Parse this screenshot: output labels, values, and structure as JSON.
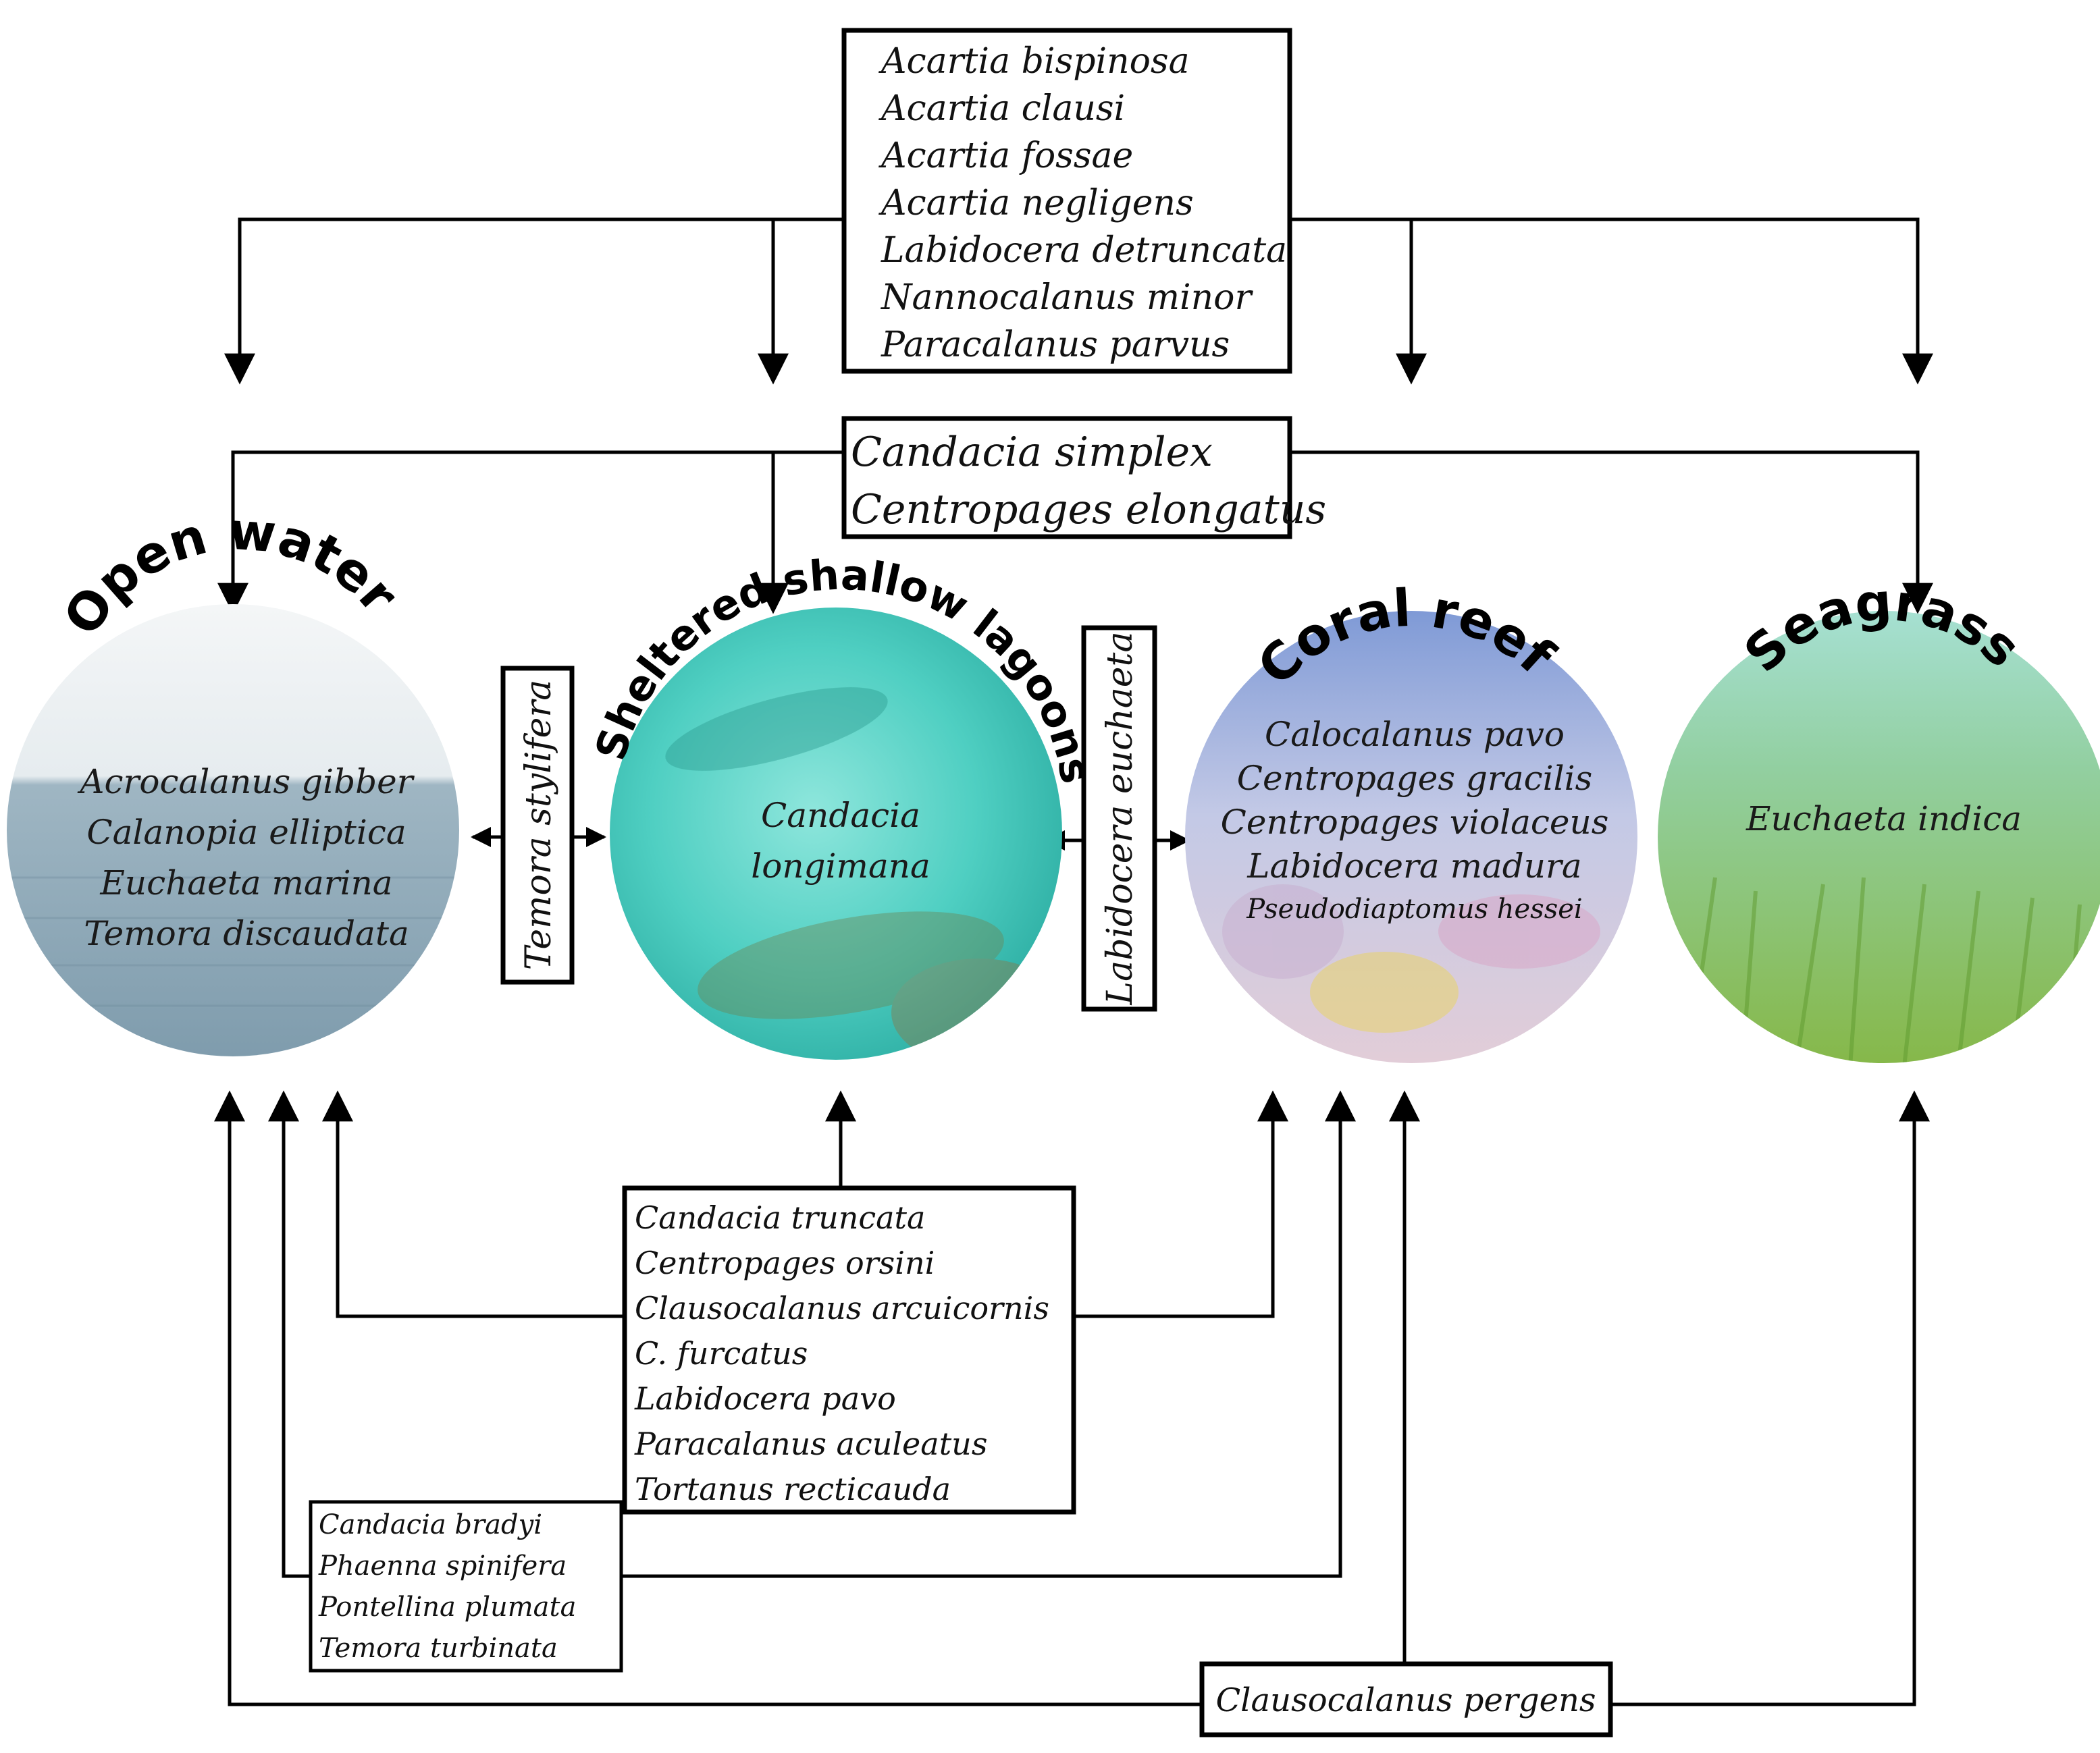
{
  "habitats": {
    "open_water": {
      "title": "Open water",
      "species": [
        "Acrocalanus gibber",
        "Calanopia elliptica",
        "Euchaeta marina",
        "Temora discaudata"
      ]
    },
    "lagoons": {
      "title": "Sheltered shallow lagoons",
      "species": [
        "Candacia",
        "longimana"
      ]
    },
    "coral_reef": {
      "title": "Coral reef",
      "species": [
        "Calocalanus pavo",
        "Centropages gracilis",
        "Centropages violaceus",
        "Labidocera madura",
        "Pseudodiaptomus hessei"
      ]
    },
    "seagrass": {
      "title": "Seagrass",
      "species": [
        "Euchaeta indica"
      ]
    }
  },
  "boxes": {
    "all_four": [
      "Acartia bispinosa",
      "Acartia clausi",
      "Acartia fossae",
      "Acartia negligens",
      "Labidocera detruncata",
      "Nannocalanus minor",
      "Paracalanus parvus"
    ],
    "three_habitats": [
      "Candacia simplex",
      "Centropages elongatus"
    ],
    "open_lagoon": "Temora stylifera",
    "lagoon_reef": "Labidocera euchaeta",
    "open_lagoon_reef": [
      "Candacia truncata",
      "Centropages orsini",
      "Clausocalanus arcuicornis",
      "C. furcatus",
      "Labidocera pavo",
      "Paracalanus aculeatus",
      "Tortanus recticauda"
    ],
    "open_reef": [
      "Candacia bradyi",
      "Phaenna spinifera",
      "Pontellina plumata",
      "Temora turbinata"
    ],
    "open_reef_seagrass": "Clausocalanus pergens"
  },
  "colors": {
    "open_water_sky": "#e8eef0",
    "open_water_sea": "#8aa8b8",
    "lagoon": "#5fd3c5",
    "coral_reef_top": "#8ea6d8",
    "coral_reef_bottom": "#d7c6d8",
    "seagrass_top": "#8fd6c4",
    "seagrass_bottom": "#8fc04a"
  }
}
